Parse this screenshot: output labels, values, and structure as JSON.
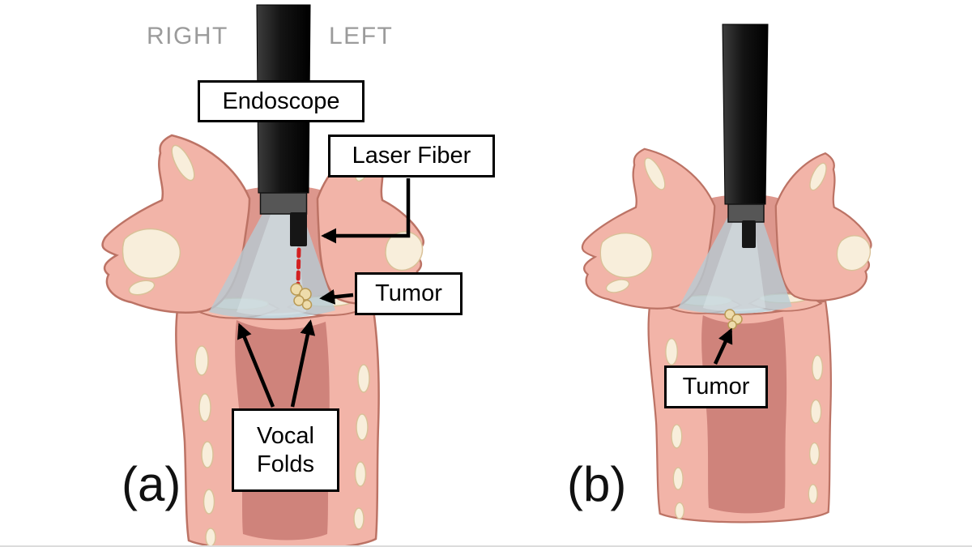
{
  "figure": {
    "panel_a": {
      "caption": "(a)",
      "orientation_right": "RIGHT",
      "orientation_left": "LEFT",
      "labels": {
        "endoscope": "Endoscope",
        "laser_fiber": "Laser Fiber",
        "tumor": "Tumor",
        "vocal_folds_line1": "Vocal",
        "vocal_folds_line2": "Folds"
      }
    },
    "panel_b": {
      "caption": "(b)",
      "labels": {
        "tumor": "Tumor"
      }
    },
    "colors": {
      "tissue": "#f2b4a8",
      "tissue_outline": "#bc7365",
      "tissue_mid": "#dd978d",
      "tissue_inner": "#cf837b",
      "tissue_fold": "#f4bcae",
      "cartilage": "#f8eedb",
      "cartilage_outline": "#d9c198",
      "endoscope_dark": "#161616",
      "endoscope_tip": "#565656",
      "light_beam": "#b7cad3",
      "light_beam_inner": "#d9e4e8",
      "laser_red": "#d32121",
      "tumor_fill": "#eedcab",
      "tumor_outline": "#b99a55",
      "orientation_text": "#9b9b9b",
      "label_bg": "#ffffff",
      "label_border": "#000000"
    }
  }
}
